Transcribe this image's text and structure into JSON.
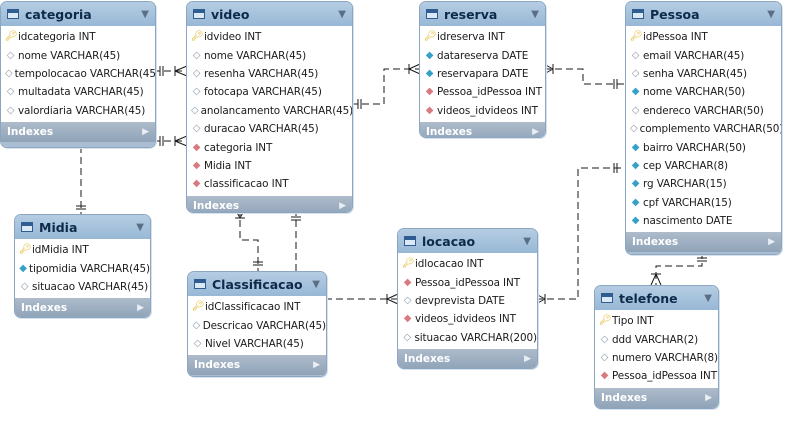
{
  "tables": {
    "categoria": {
      "name": "categoria",
      "columns": [
        {
          "icon": "pk",
          "text": "idcategoria INT"
        },
        {
          "icon": "col",
          "text": "nome VARCHAR(45)"
        },
        {
          "icon": "col",
          "text": "tempolocacao VARCHAR(45)"
        },
        {
          "icon": "col",
          "text": "multadata VARCHAR(45)"
        },
        {
          "icon": "col",
          "text": "valordiaria VARCHAR(45)"
        }
      ],
      "indexes_label": "Indexes"
    },
    "video": {
      "name": "video",
      "columns": [
        {
          "icon": "pk",
          "text": "idvideo INT"
        },
        {
          "icon": "col",
          "text": "nome VARCHAR(45)"
        },
        {
          "icon": "col",
          "text": "resenha VARCHAR(45)"
        },
        {
          "icon": "col",
          "text": "fotocapa VARCHAR(45)"
        },
        {
          "icon": "col",
          "text": "anolancamento VARCHAR(45)"
        },
        {
          "icon": "col",
          "text": "duracao VARCHAR(45)"
        },
        {
          "icon": "fk",
          "text": "categoria INT"
        },
        {
          "icon": "fk",
          "text": "Midia INT"
        },
        {
          "icon": "fk",
          "text": "classificacao INT"
        }
      ],
      "indexes_label": "Indexes"
    },
    "reserva": {
      "name": "reserva",
      "columns": [
        {
          "icon": "pk",
          "text": "idreserva INT"
        },
        {
          "icon": "nn",
          "text": "datareserva DATE"
        },
        {
          "icon": "nn",
          "text": "reservapara DATE"
        },
        {
          "icon": "fk",
          "text": "Pessoa_idPessoa INT"
        },
        {
          "icon": "fk",
          "text": "videos_idvideos INT"
        }
      ],
      "indexes_label": "Indexes"
    },
    "pessoa": {
      "name": "Pessoa",
      "columns": [
        {
          "icon": "pk",
          "text": "idPessoa INT"
        },
        {
          "icon": "col",
          "text": "email VARCHAR(45)"
        },
        {
          "icon": "col",
          "text": "senha VARCHAR(45)"
        },
        {
          "icon": "nn",
          "text": "nome VARCHAR(50)"
        },
        {
          "icon": "col",
          "text": "endereco VARCHAR(50)"
        },
        {
          "icon": "col",
          "text": "complemento VARCHAR(50)"
        },
        {
          "icon": "nn",
          "text": "bairro VARCHAR(50)"
        },
        {
          "icon": "nn",
          "text": "cep VARCHAR(8)"
        },
        {
          "icon": "nn",
          "text": "rg VARCHAR(15)"
        },
        {
          "icon": "nn",
          "text": "cpf VARCHAR(15)"
        },
        {
          "icon": "nn",
          "text": "nascimento DATE"
        }
      ],
      "indexes_label": "Indexes"
    },
    "midia": {
      "name": "Midia",
      "columns": [
        {
          "icon": "pk",
          "text": "idMidia INT"
        },
        {
          "icon": "nn",
          "text": "tipomidia VARCHAR(45)"
        },
        {
          "icon": "col",
          "text": "situacao VARCHAR(45)"
        }
      ],
      "indexes_label": "Indexes"
    },
    "classificacao": {
      "name": "Classificacao",
      "columns": [
        {
          "icon": "pk",
          "text": "idClassificacao INT"
        },
        {
          "icon": "col",
          "text": "Descricao VARCHAR(45)"
        },
        {
          "icon": "col",
          "text": "Nivel VARCHAR(45)"
        }
      ],
      "indexes_label": "Indexes"
    },
    "locacao": {
      "name": "locacao",
      "columns": [
        {
          "icon": "pk",
          "text": "idlocacao INT"
        },
        {
          "icon": "fk",
          "text": "Pessoa_idPessoa INT"
        },
        {
          "icon": "col",
          "text": "devprevista DATE"
        },
        {
          "icon": "fk",
          "text": "videos_idvideos INT"
        },
        {
          "icon": "col",
          "text": "situacao VARCHAR(200)"
        }
      ],
      "indexes_label": "Indexes"
    },
    "telefone": {
      "name": "telefone",
      "columns": [
        {
          "icon": "pk",
          "text": "Tipo INT"
        },
        {
          "icon": "col",
          "text": "ddd VARCHAR(2)"
        },
        {
          "icon": "col",
          "text": "numero VARCHAR(8)"
        },
        {
          "icon": "fk",
          "text": "Pessoa_idPessoa INT"
        }
      ],
      "indexes_label": "Indexes"
    }
  },
  "icons": {
    "pk": "key-icon",
    "fk": "foreign-key-diamond-icon",
    "nn": "not-null-diamond-icon",
    "col": "column-diamond-icon",
    "table": "table-icon",
    "collapse": "collapse-triangle-icon",
    "expand": "expand-arrow-icon"
  },
  "colors": {
    "header": "#a9c4de",
    "indexes_bar": "#9fb1c4",
    "border": "#8aa6c1",
    "pk": "#e2b21b",
    "fk": "#d77a82",
    "nn": "#35a0c8"
  }
}
